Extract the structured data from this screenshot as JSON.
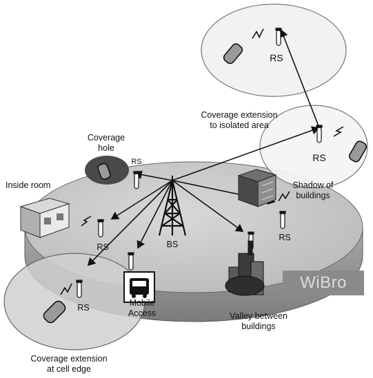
{
  "labels": {
    "coverage_extension_isolated": [
      "Coverage extension",
      "to isolated area"
    ],
    "rs_top": "RS",
    "rs_right": "RS",
    "coverage_hole": [
      "Coverage",
      "hole"
    ],
    "rs_hole": "RS",
    "inside_room": "Inside room",
    "shadow_of_buildings": [
      "Shadow of",
      "buildings"
    ],
    "rs_shadow": "RS",
    "rs_room": "RS",
    "bs": "BS",
    "mobile_access": [
      "Mobile",
      "Access"
    ],
    "rs_edge": "RS",
    "valley_between_buildings": [
      "Valley between",
      "buildings"
    ],
    "coverage_extension_edge": [
      "Coverage extension",
      "at cell edge"
    ],
    "wibro": "WiBro"
  }
}
